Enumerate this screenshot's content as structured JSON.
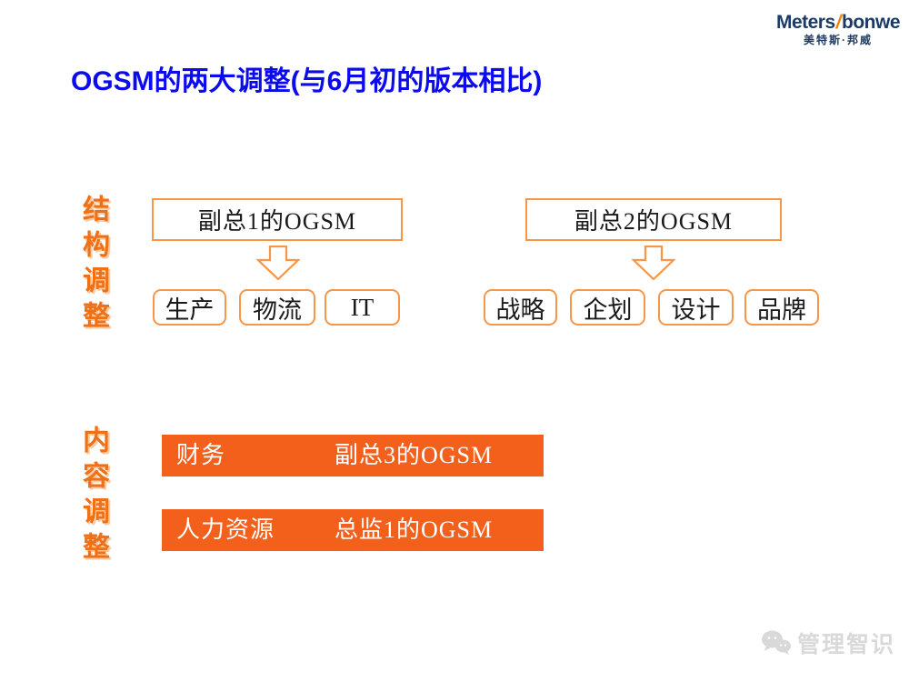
{
  "colors": {
    "accent": "#f2601c",
    "border_orange": "#f79646",
    "label_orange": "#ee7118",
    "title_blue": "#0b0bee",
    "navy": "#1c3a66",
    "slash_orange": "#f08300",
    "wm": "#d9d9d9"
  },
  "brand": {
    "name_left": "Meters",
    "slash": "/",
    "name_right": "bonwe",
    "name_cn": "美特斯·邦威"
  },
  "title": "OGSM的两大调整(与6月初的版本相比)",
  "structure": {
    "label": "结构调整",
    "groups": [
      {
        "parent": "副总1的OGSM",
        "children": [
          "生产",
          "物流",
          "IT"
        ]
      },
      {
        "parent": "副总2的OGSM",
        "children": [
          "战略",
          "企划",
          "设计",
          "品牌"
        ]
      }
    ]
  },
  "content": {
    "label": "内容调整",
    "rows": [
      {
        "dept": "财务",
        "ogsm": "副总3的OGSM"
      },
      {
        "dept": "人力资源",
        "ogsm": "总监1的OGSM"
      }
    ]
  },
  "watermark": {
    "text": "管理智识",
    "icon": "wechat-icon"
  }
}
